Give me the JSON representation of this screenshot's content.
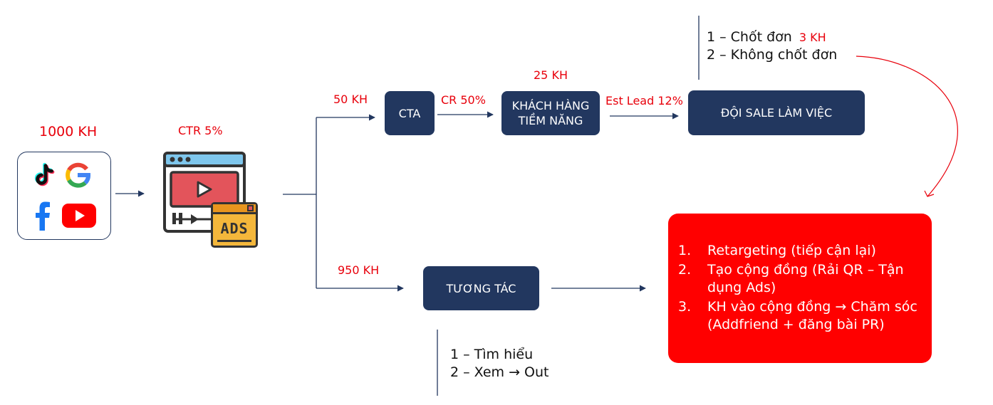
{
  "source": {
    "count": "1000 KH"
  },
  "ads": {
    "ctr": "CTR 5%",
    "badge": "ADS"
  },
  "branch_top": {
    "count": "50 KH"
  },
  "branch_bottom": {
    "count": "950 KH"
  },
  "cta": {
    "label": "CTA",
    "rate": "CR 50%"
  },
  "prospects": {
    "line1": "KHÁCH HÀNG",
    "line2": "TIỀM NĂNG",
    "count": "25 KH",
    "rate": "Est Lead 12%"
  },
  "sales": {
    "label": "ĐỘI SALE LÀM VIỆC"
  },
  "sales_notes": {
    "item1": "1 – Chốt đơn",
    "item1_count": "3 KH",
    "item2": "2 – Không chốt đơn"
  },
  "engage": {
    "label": "TƯƠNG TÁC"
  },
  "engage_notes": {
    "item1": "1 – Tìm hiểu",
    "item2": "2 – Xem → Out"
  },
  "actions": {
    "items": [
      {
        "num": "1.",
        "text": "Retargeting (tiếp cận lại)"
      },
      {
        "num": "2.",
        "text": "Tạo cộng đồng (Rải QR – Tận dụng Ads)"
      },
      {
        "num": "3.",
        "text": "KH vào cộng đồng → Chăm sóc (Addfriend + đăng bài PR)"
      }
    ]
  },
  "colors": {
    "navy": "#22375f",
    "red": "#ff0000",
    "label_red": "#e8000b"
  },
  "icons": [
    "tiktok-icon",
    "google-icon",
    "facebook-icon",
    "youtube-icon",
    "video-ads-icon"
  ]
}
